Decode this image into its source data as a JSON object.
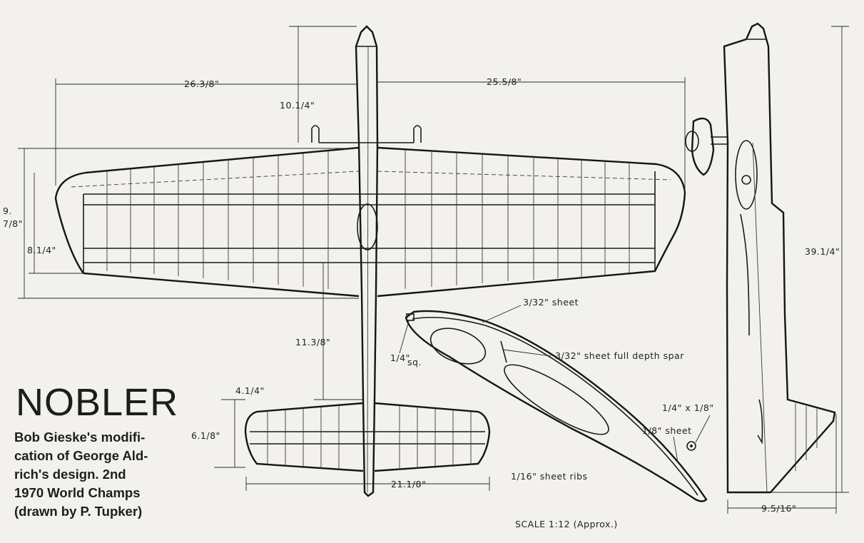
{
  "title": "NOBLER",
  "caption": {
    "lines": [
      "Bob Gieske's modifi-",
      "cation of George Ald-",
      "rich's   design.  2nd",
      "1970 World Champs",
      "(drawn by P. Tupker)"
    ]
  },
  "dimensions": {
    "left_span": "26.3/8\"",
    "right_span": "25.5/8\"",
    "nose_to_le": "10.1/4\"",
    "root_chord_total": "9.",
    "root_chord_total_frac": "7/8\"",
    "tip_chord": "8.1/4\"",
    "tail_moment": "11.3/8\"",
    "stab_offset": "4.1/4\"",
    "stab_chord": "6.1/8\"",
    "stab_span": "21.1/8\"",
    "length": "39.1/4\"",
    "side_height": "9.5/16\""
  },
  "rib_labels": {
    "top_sheet": "3/32\" sheet",
    "spar": "3/32\" sheet full depth spar",
    "le_square": "1/4\"",
    "le_square_sq": "sq.",
    "bellcrank": "1/4\" x 1/8\"",
    "te_sheet": "1/8\" sheet",
    "ribs": "1/16\" sheet ribs"
  },
  "scale": "SCALE  1:12  (Approx.)"
}
